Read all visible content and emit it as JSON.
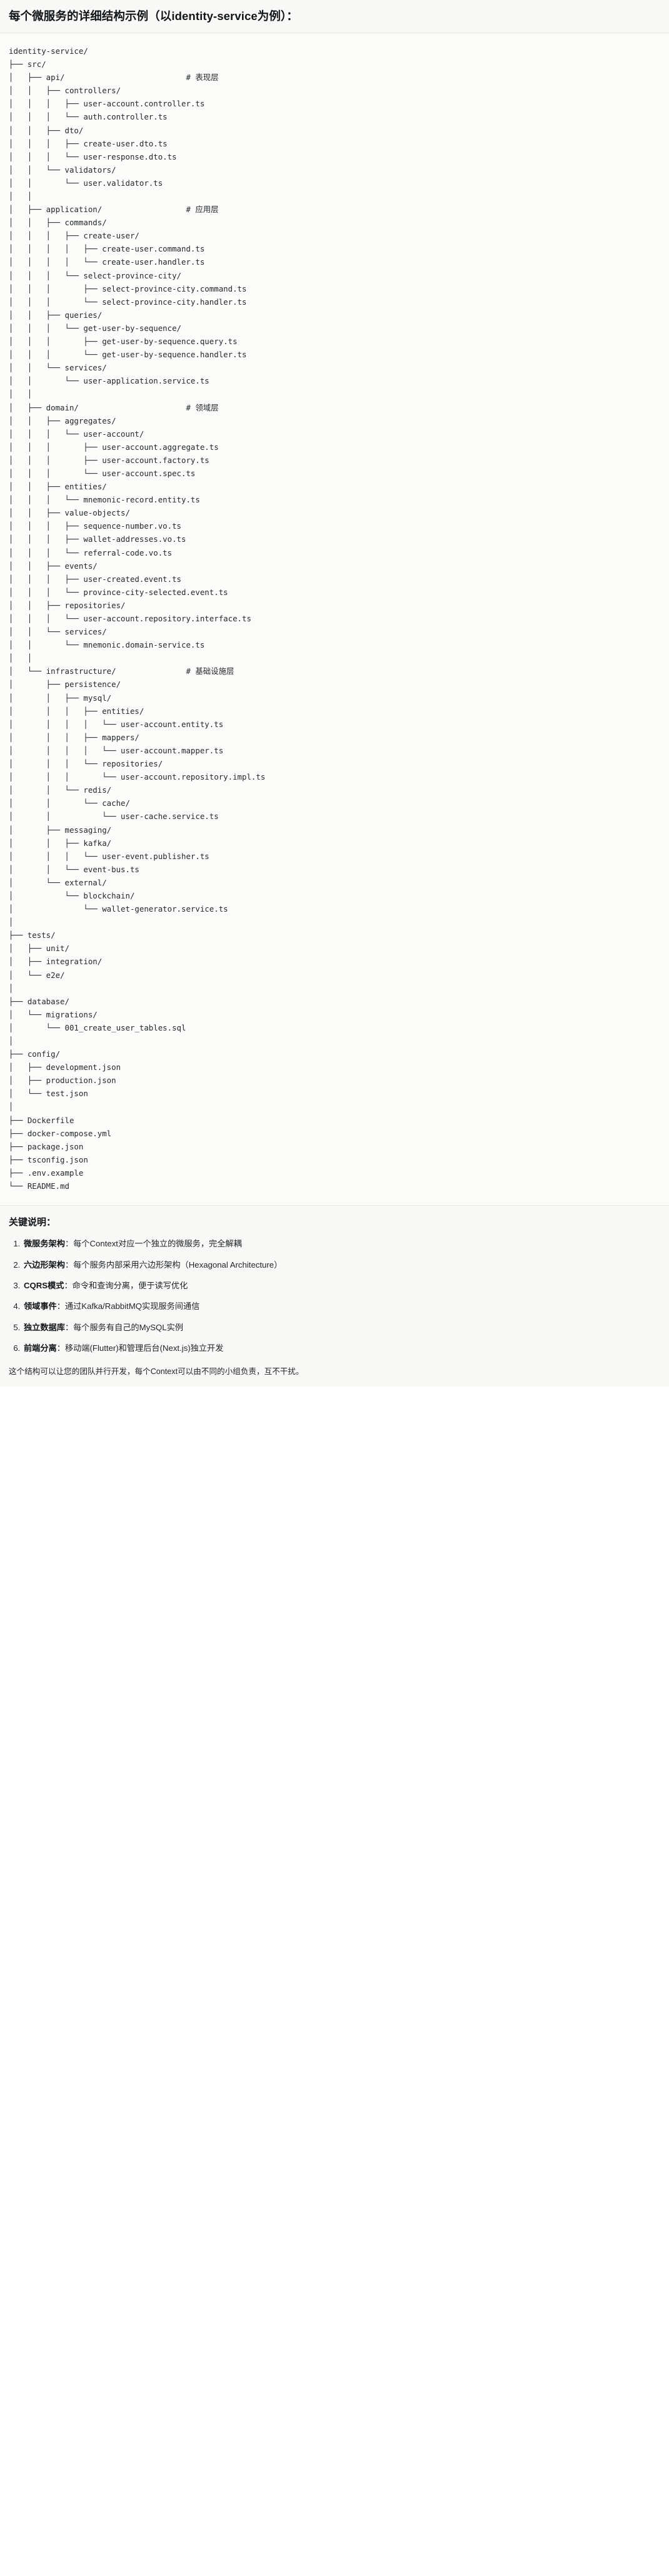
{
  "heading": {
    "title": "每个微服务的详细结构示例（以identity-service为例）："
  },
  "tree": {
    "text": "identity-service/\n├── src/\n│   ├── api/                          # 表现层\n│   │   ├── controllers/\n│   │   │   ├── user-account.controller.ts\n│   │   │   └── auth.controller.ts\n│   │   ├── dto/\n│   │   │   ├── create-user.dto.ts\n│   │   │   └── user-response.dto.ts\n│   │   └── validators/\n│   │       └── user.validator.ts\n│   │\n│   ├── application/                  # 应用层\n│   │   ├── commands/\n│   │   │   ├── create-user/\n│   │   │   │   ├── create-user.command.ts\n│   │   │   │   └── create-user.handler.ts\n│   │   │   └── select-province-city/\n│   │   │       ├── select-province-city.command.ts\n│   │   │       └── select-province-city.handler.ts\n│   │   ├── queries/\n│   │   │   └── get-user-by-sequence/\n│   │   │       ├── get-user-by-sequence.query.ts\n│   │   │       └── get-user-by-sequence.handler.ts\n│   │   └── services/\n│   │       └── user-application.service.ts\n│   │\n│   ├── domain/                       # 领域层\n│   │   ├── aggregates/\n│   │   │   └── user-account/\n│   │   │       ├── user-account.aggregate.ts\n│   │   │       ├── user-account.factory.ts\n│   │   │       └── user-account.spec.ts\n│   │   ├── entities/\n│   │   │   └── mnemonic-record.entity.ts\n│   │   ├── value-objects/\n│   │   │   ├── sequence-number.vo.ts\n│   │   │   ├── wallet-addresses.vo.ts\n│   │   │   └── referral-code.vo.ts\n│   │   ├── events/\n│   │   │   ├── user-created.event.ts\n│   │   │   └── province-city-selected.event.ts\n│   │   ├── repositories/\n│   │   │   └── user-account.repository.interface.ts\n│   │   └── services/\n│   │       └── mnemonic.domain-service.ts\n│   │\n│   └── infrastructure/               # 基础设施层\n│       ├── persistence/\n│       │   ├── mysql/\n│       │   │   ├── entities/\n│       │   │   │   └── user-account.entity.ts\n│       │   │   ├── mappers/\n│       │   │   │   └── user-account.mapper.ts\n│       │   │   └── repositories/\n│       │   │       └── user-account.repository.impl.ts\n│       │   └── redis/\n│       │       └── cache/\n│       │           └── user-cache.service.ts\n│       ├── messaging/\n│       │   ├── kafka/\n│       │   │   └── user-event.publisher.ts\n│       │   └── event-bus.ts\n│       └── external/\n│           └── blockchain/\n│               └── wallet-generator.service.ts\n│\n├── tests/\n│   ├── unit/\n│   ├── integration/\n│   └── e2e/\n│\n├── database/\n│   └── migrations/\n│       └── 001_create_user_tables.sql\n│\n├── config/\n│   ├── development.json\n│   ├── production.json\n│   └── test.json\n│\n├── Dockerfile\n├── docker-compose.yml\n├── package.json\n├── tsconfig.json\n├── .env.example\n└── README.md"
  },
  "notes": {
    "title": "关键说明：",
    "items": [
      {
        "term": "微服务架构",
        "desc": "：每个Context对应一个独立的微服务，完全解耦"
      },
      {
        "term": "六边形架构",
        "desc": "：每个服务内部采用六边形架构（Hexagonal Architecture）"
      },
      {
        "term": "CQRS模式",
        "desc": "：命令和查询分离，便于读写优化"
      },
      {
        "term": "领域事件",
        "desc": "：通过Kafka/RabbitMQ实现服务间通信"
      },
      {
        "term": "独立数据库",
        "desc": "：每个服务有自己的MySQL实例"
      },
      {
        "term": "前端分离",
        "desc": "：移动端(Flutter)和管理后台(Next.js)独立开发"
      }
    ],
    "footer": "这个结构可以让您的团队并行开发，每个Context可以由不同的小组负责，互不干扰。"
  }
}
